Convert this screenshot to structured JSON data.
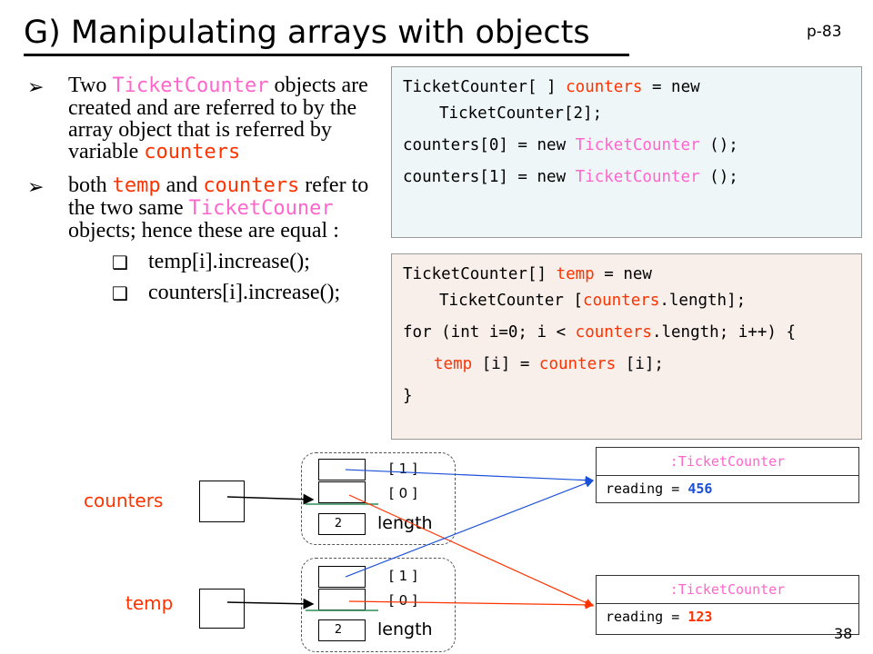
{
  "slide": {
    "title": "G) Manipulating arrays with objects",
    "page_ref": "p-83",
    "page_number": "38"
  },
  "bullets": {
    "b1": {
      "pre": "Two ",
      "code1": "TicketCounter",
      "mid": " objects are created and are referred to by the array object that is referred by variable ",
      "code2": "counters"
    },
    "b2": {
      "pre": "both ",
      "code1": "temp",
      "mid1": " and ",
      "code2": "counters",
      "mid2": " refer to the two same ",
      "code3": "TicketCouner",
      "post": " objects; hence these are equal :"
    },
    "sub1": "temp[i].increase();",
    "sub2": "counters[i].increase();"
  },
  "code1": {
    "l1a": "TicketCounter[ ] ",
    "l1b": "counters",
    "l1c": " = new",
    "l2": "TicketCounter[2];",
    "l3a": "counters[0] = new ",
    "l3b": "TicketCounter",
    "l3c": " ();",
    "l4a": "counters[1] = new ",
    "l4b": "TicketCounter",
    "l4c": " ();"
  },
  "code2": {
    "l1a": "TicketCounter[] ",
    "l1b": "temp",
    "l1c": " = new",
    "l2a": "TicketCounter [",
    "l2b": "counters",
    "l2c": ".length];",
    "l3a": "for (int i=0; i < ",
    "l3b": "counters",
    "l3c": ".length; i++) {",
    "l4a": "temp",
    "l4b": " [i] = ",
    "l4c": "counters",
    "l4d": " [i];",
    "l5": "}"
  },
  "diagram": {
    "counters_label": "counters",
    "temp_label": "temp",
    "idx1": "[ 1 ]",
    "idx0": "[ 0 ]",
    "length_label": "length",
    "length_value": "2",
    "obj_top": {
      "header": ":TicketCounter",
      "field_name": "reading = ",
      "field_value": "456"
    },
    "obj_bottom": {
      "header": ":TicketCounter",
      "field_name": "reading = ",
      "field_value": "123"
    }
  },
  "colors": {
    "code_red": "#ff3300",
    "code_pink": "#ff66cc",
    "arrow_blue": "#1a4fd8",
    "arrow_red": "#ff3300",
    "box1_bg": "#eef6f8",
    "box2_bg": "#f8eeea"
  }
}
